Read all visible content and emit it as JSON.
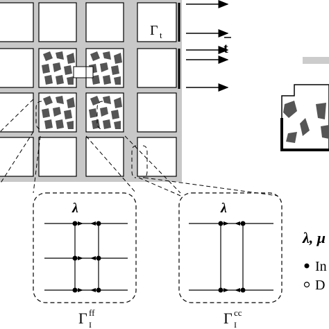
{
  "labels": {
    "gamma_t": "Γ",
    "gamma_t_sub": "t",
    "traction": "t",
    "lambda_ff": "λ",
    "lambda_cc": "λ",
    "gamma_ff": "Γ",
    "gamma_ff_sub": "I",
    "gamma_ff_sup": "ff",
    "gamma_cc": "Γ",
    "gamma_cc_sub": "I",
    "gamma_cc_sup": "cc",
    "multipliers": "λ, μ",
    "legend_filled": "In",
    "legend_open": "D"
  },
  "colors": {
    "line": "#000000",
    "grain": "#555555",
    "grid_gap": "#c8c8c8"
  }
}
